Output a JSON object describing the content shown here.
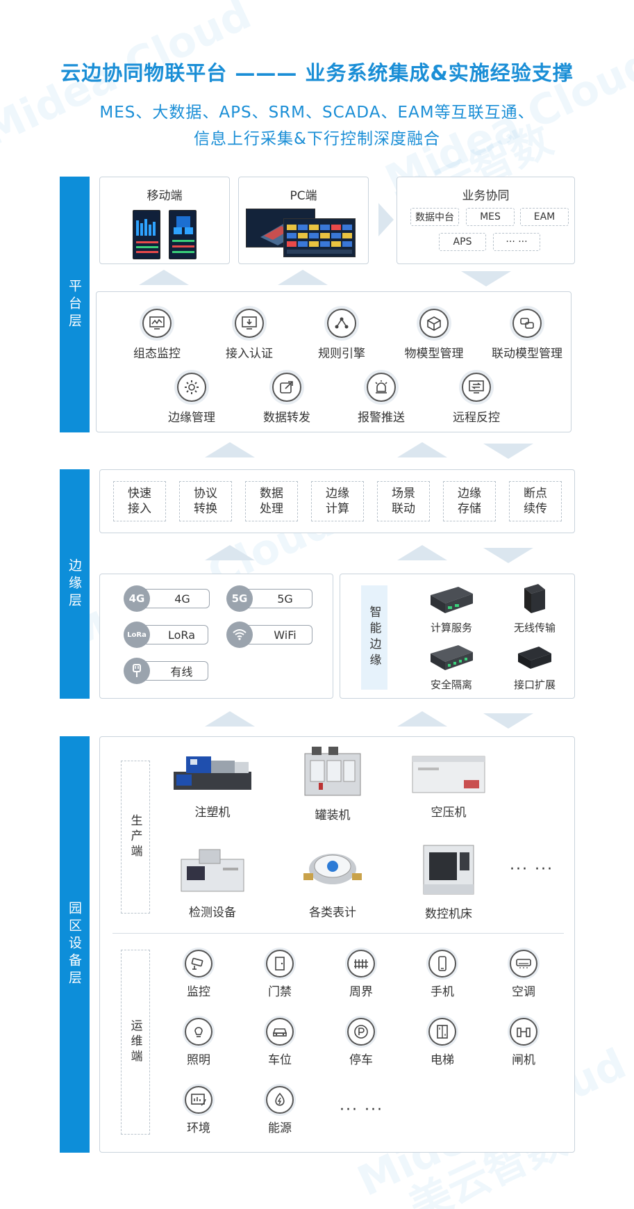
{
  "title": "云边协同物联平台 ——— 业务系统集成&实施经验支撑",
  "subtitle_line1": "MES、大数据、APS、SRM、SCADA、EAM等互联互通、",
  "subtitle_line2": "信息上行采集&下行控制深度融合",
  "watermark": {
    "latin": "Midea Cloud",
    "cn": "美云智数"
  },
  "layers": {
    "platform": "平台层",
    "edge": "边缘层",
    "device": "园区设备层"
  },
  "top_boxes": {
    "mobile": "移动端",
    "pc": "PC端",
    "business": {
      "title": "业务协同",
      "tags": [
        "数据中台",
        "MES",
        "EAM",
        "APS",
        "··· ···"
      ]
    }
  },
  "platform_functions": [
    {
      "label": "组态监控",
      "icon": "monitor-chart-icon"
    },
    {
      "label": "接入认证",
      "icon": "access-auth-icon"
    },
    {
      "label": "规则引擎",
      "icon": "rule-engine-icon"
    },
    {
      "label": "物模型管理",
      "icon": "cube-icon"
    },
    {
      "label": "联动模型管理",
      "icon": "link-model-icon"
    },
    {
      "label": "边缘管理",
      "icon": "edge-gear-icon"
    },
    {
      "label": "数据转发",
      "icon": "share-icon"
    },
    {
      "label": "报警推送",
      "icon": "alarm-icon"
    },
    {
      "label": "远程反控",
      "icon": "remote-control-icon"
    }
  ],
  "edge_capabilities": [
    "快速\n接入",
    "协议\n转换",
    "数据\n处理",
    "边缘\n计算",
    "场景\n联动",
    "边缘\n存储",
    "断点\n续传"
  ],
  "networks": [
    {
      "badge": "4G",
      "label": "4G"
    },
    {
      "badge": "5G",
      "label": "5G"
    },
    {
      "badge": "LoRa",
      "label": "LoRa"
    },
    {
      "badge": "wifi",
      "label": "WiFi"
    },
    {
      "badge": "plug",
      "label": "有线"
    }
  ],
  "smart_edge": {
    "label": "智能边缘",
    "items": [
      "计算服务",
      "无线传输",
      "安全隔离",
      "接口扩展"
    ]
  },
  "production": {
    "label": "生产端",
    "items": [
      "注塑机",
      "罐装机",
      "空压机",
      "检测设备",
      "各类表计",
      "数控机床"
    ],
    "more": "··· ···"
  },
  "operations": {
    "label": "运维端",
    "items": [
      {
        "label": "监控",
        "icon": "camera-icon"
      },
      {
        "label": "门禁",
        "icon": "door-icon"
      },
      {
        "label": "周界",
        "icon": "fence-icon"
      },
      {
        "label": "手机",
        "icon": "phone-icon"
      },
      {
        "label": "空调",
        "icon": "air-conditioner-icon"
      },
      {
        "label": "照明",
        "icon": "bulb-icon"
      },
      {
        "label": "车位",
        "icon": "car-icon"
      },
      {
        "label": "停车",
        "icon": "parking-icon"
      },
      {
        "label": "电梯",
        "icon": "elevator-icon"
      },
      {
        "label": "闸机",
        "icon": "gate-icon"
      },
      {
        "label": "环境",
        "icon": "environment-icon"
      },
      {
        "label": "能源",
        "icon": "energy-icon"
      }
    ],
    "more": "··· ···"
  }
}
